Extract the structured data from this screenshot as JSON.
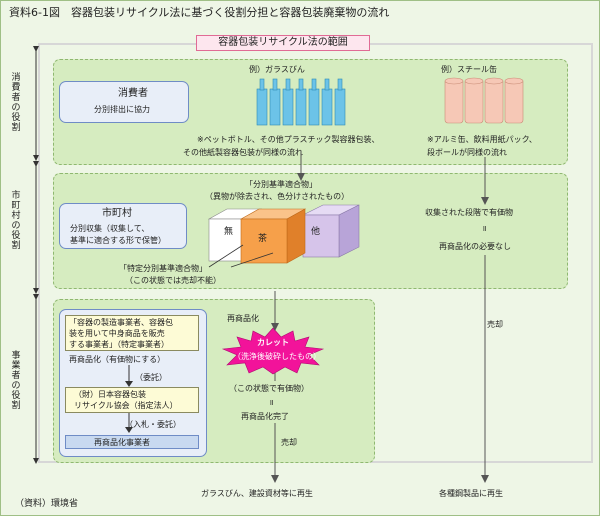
{
  "title": "資料6-1図　容器包装リサイクル法に基づく役割分担と容器包装廃棄物の流れ",
  "scope_label": "容器包装リサイクル法の範囲",
  "side_labels": {
    "consumer": "消費者の役割",
    "municipality": "市町村の役割",
    "business": "事業者の役割"
  },
  "consumer": {
    "title": "消費者",
    "subtitle": "分別排出に協力",
    "glass_label": "例）ガラスびん",
    "steel_label": "例）スチール缶",
    "glass_note_1": "※ペットボトル、その他プラスチック製容器包装、",
    "glass_note_2": "その他紙製容器包装が同様の流れ",
    "steel_note_1": "※アルミ缶、飲料用紙パック、",
    "steel_note_2": "段ボールが同様の流れ"
  },
  "municipality": {
    "title": "市町村",
    "line1": "分別収集（収集して、",
    "line2": "基準に適合する形で保管）",
    "standard_title": "「分別基準適合物」",
    "standard_sub": "（異物が除去され、色分けされたもの）",
    "cube_clear": "無",
    "cube_brown": "茶",
    "cube_other": "他",
    "special_title": "「特定分別基準適合物」",
    "special_sub": "（この状態では売却不能）",
    "collected_valuable": "収集された段階で有価物",
    "equals": "॥",
    "no_recycling": "再商品化の必要なし"
  },
  "business": {
    "box1_l1": "「容器の製造事業者、容器包",
    "box1_l2": "装を用いて中身商品を販売",
    "box1_l3": "する事業者」（特定事業者）",
    "recycle_obligation": "再商品化（有価物にする）",
    "consign": "（委託）",
    "assoc_l1": "（財）日本容器包装",
    "assoc_l2": "リサイクル協会（指定法人）",
    "bid": "（入札・委託）",
    "recycler": "再商品化事業者",
    "recycling_label": "再商品化",
    "cullet_l1": "カレット",
    "cullet_l2": "（洗浄後破砕したもの）",
    "valuable_state": "（この状態で有価物）",
    "equals": "॥",
    "recycled_done": "再商品化完了",
    "sale1": "売却",
    "sale2": "売却"
  },
  "outputs": {
    "glass_out": "ガラスびん、建設資材等に再生",
    "steel_out": "各種鋼製品に再生"
  },
  "source": "（資料）環境省",
  "colors": {
    "frame_bg": "#eef6e6",
    "panel_bg": "#d6ecc0",
    "blue_box": "#e8eef8",
    "scope_pink": "#fde6ee",
    "bottle_blue": "#6cc3e8",
    "can_pink": "#f6c8b6",
    "cube_white": "#ffffff",
    "cube_orange": "#f6a04a",
    "cube_purple": "#d6c4ea",
    "cullet_magenta": "#f2139a"
  }
}
